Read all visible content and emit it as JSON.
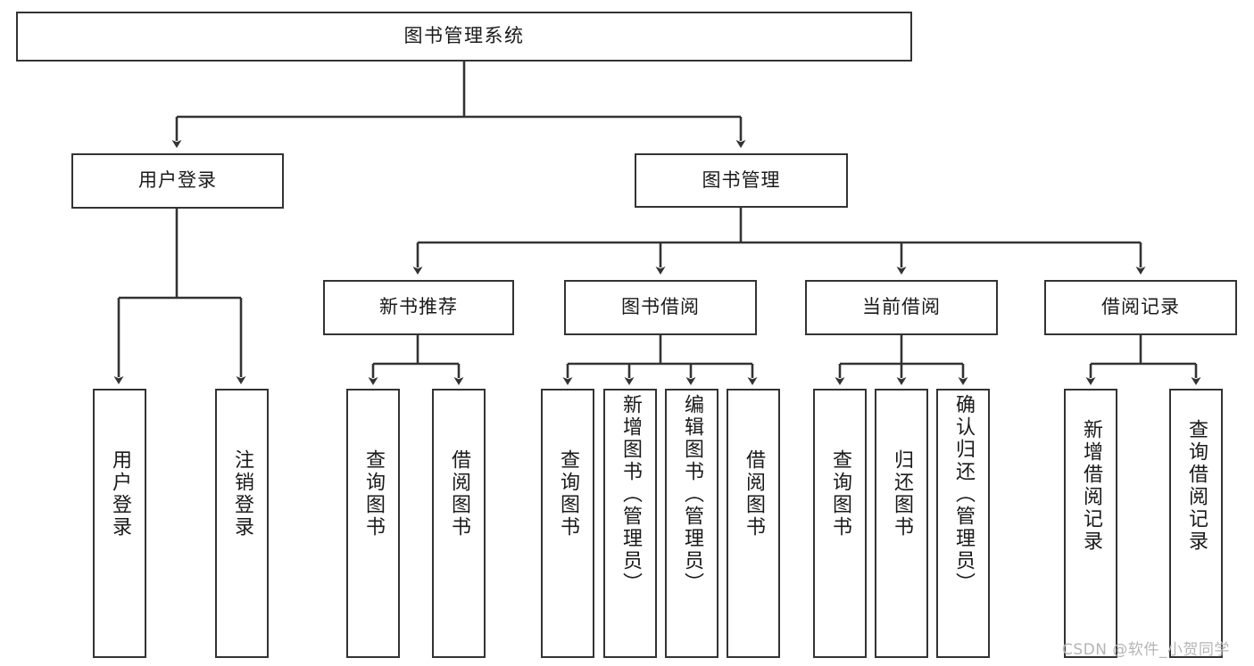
{
  "diagram": {
    "title": "图书管理系统",
    "type": "hierarchy-tree",
    "colors": {
      "box_border": "#333333",
      "box_fill": "#ffffff",
      "edge": "#333333",
      "text": "#1a1a1a",
      "watermark": "#b5b5b5"
    },
    "nodes": {
      "root": {
        "label": "图书管理系统"
      },
      "level1": [
        {
          "id": "user-login",
          "label": "用户登录"
        },
        {
          "id": "book-management",
          "label": "图书管理"
        }
      ],
      "level2": [
        {
          "id": "new-book-recommend",
          "label": "新书推荐"
        },
        {
          "id": "book-borrow",
          "label": "图书借阅"
        },
        {
          "id": "current-borrow",
          "label": "当前借阅"
        },
        {
          "id": "borrow-record",
          "label": "借阅记录"
        }
      ],
      "leaves": {
        "user_login": [
          {
            "id": "leaf-user-login",
            "label": "用户登录"
          },
          {
            "id": "leaf-logout-login",
            "label": "注销登录"
          }
        ],
        "new_book_recommend": [
          {
            "id": "leaf-query-book-1",
            "label": "查询图书"
          },
          {
            "id": "leaf-borrow-book-1",
            "label": "借阅图书"
          }
        ],
        "book_borrow": [
          {
            "id": "leaf-query-book-2",
            "label": "查询图书"
          },
          {
            "id": "leaf-add-book-admin",
            "label": "新增图书（管理员）"
          },
          {
            "id": "leaf-edit-book-admin",
            "label": "编辑图书（管理员）"
          },
          {
            "id": "leaf-borrow-book-2",
            "label": "借阅图书"
          }
        ],
        "current_borrow": [
          {
            "id": "leaf-query-book-3",
            "label": "查询图书"
          },
          {
            "id": "leaf-return-book",
            "label": "归还图书"
          },
          {
            "id": "leaf-confirm-return-admin",
            "label": "确认归还（管理员）"
          }
        ],
        "borrow_record": [
          {
            "id": "leaf-add-borrow-record",
            "label": "新增借阅记录"
          },
          {
            "id": "leaf-query-borrow-record",
            "label": "查询借阅记录"
          }
        ]
      }
    },
    "watermark": "CSDN @软件_小贺同学"
  }
}
